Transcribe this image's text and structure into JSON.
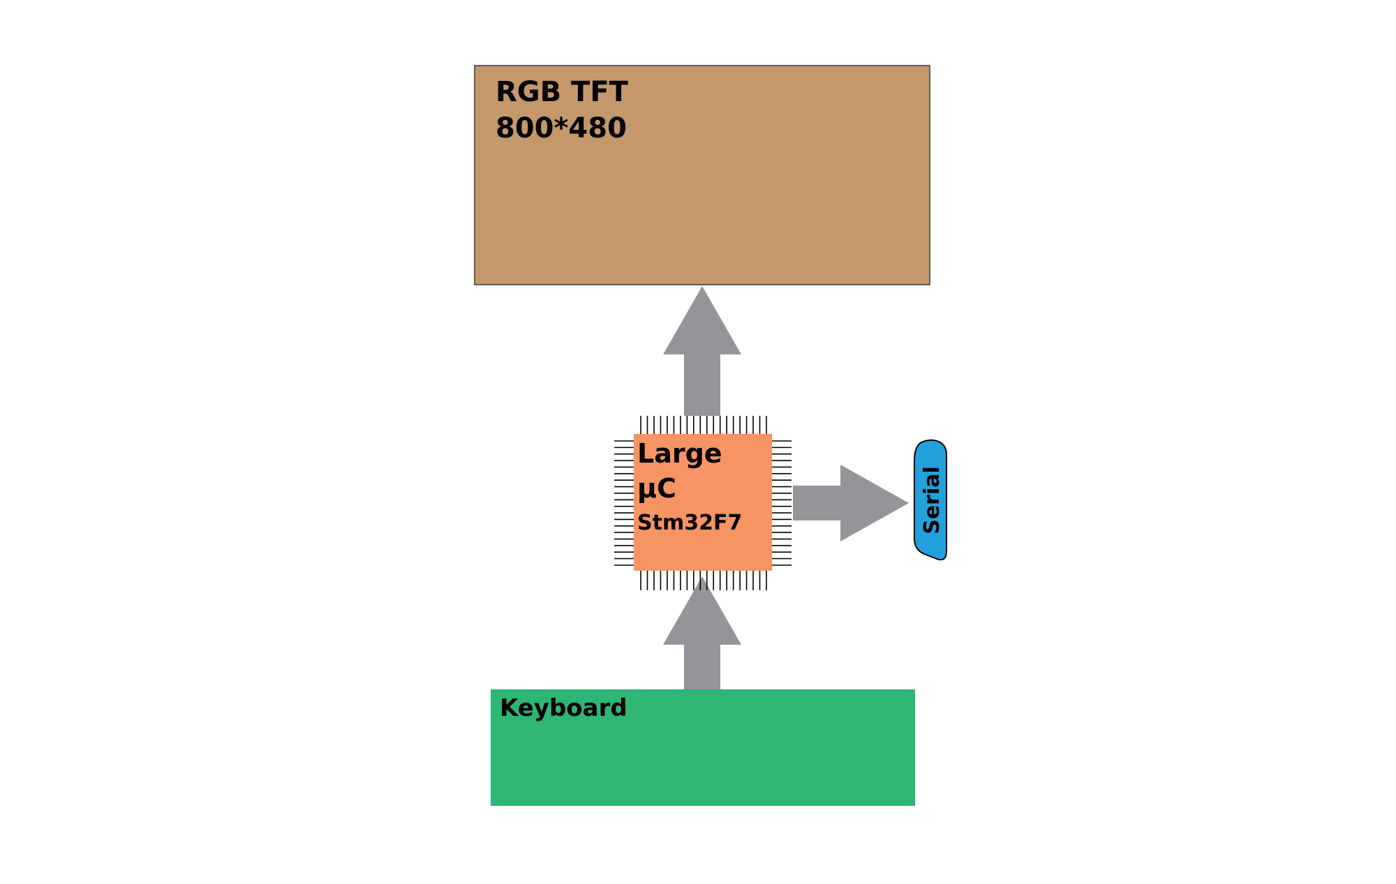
{
  "display": {
    "line1": "RGB TFT",
    "line2": "800*480",
    "color": "#c4986b"
  },
  "mcu": {
    "line1": "Large",
    "line2": "µC",
    "line3": "Stm32F7",
    "color": "#f79463"
  },
  "serial": {
    "label": "Serial",
    "color": "#22a1dd"
  },
  "keyboard": {
    "label": "Keyboard",
    "color": "#2db674"
  },
  "arrow_color": "#939598"
}
